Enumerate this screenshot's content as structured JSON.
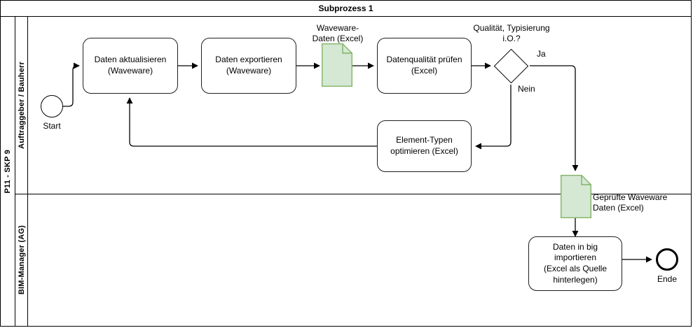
{
  "diagram": {
    "title": "Subprozess 1",
    "pool_label": "P11 - SKP 9",
    "lanes": [
      {
        "label": "Auftraggeber / Bauherr"
      },
      {
        "label": "BIM-Manager (AG)"
      }
    ],
    "colors": {
      "stroke": "#000000",
      "task_stroke": "#1f1f1f",
      "data_object_fill": "#d5e8d4",
      "data_object_stroke": "#82b366",
      "background": "#ffffff"
    },
    "events": [
      {
        "name": "start-event",
        "type": "start",
        "label": "Start"
      },
      {
        "name": "end-event",
        "type": "end",
        "label": "Ende"
      }
    ],
    "tasks": [
      {
        "name": "task-daten-aktualisieren",
        "label": "Daten aktualisieren\n(Waveware)"
      },
      {
        "name": "task-daten-exportieren",
        "label": "Daten exportieren\n(Waveware)"
      },
      {
        "name": "task-datenqualitaet-pruefen",
        "label": "Datenqualität prüfen\n(Excel)"
      },
      {
        "name": "task-element-typen-optimieren",
        "label": "Element-Typen\noptimieren (Excel)"
      },
      {
        "name": "task-daten-importieren",
        "label": "Daten in big importieren\n(Excel als Quelle\nhinterlegen)"
      }
    ],
    "gateways": [
      {
        "name": "gateway-qualitaet",
        "label": "Qualität, Typisierung\ni.O.?"
      }
    ],
    "data_objects": [
      {
        "name": "data-object-waveware-daten",
        "label": "Waveware-\nDaten (Excel)"
      },
      {
        "name": "data-object-gepruefte-waveware-daten",
        "label": "Geprüfte Waveware\nDaten (Excel)"
      }
    ],
    "flow_labels": [
      {
        "name": "flow-label-ja",
        "label": "Ja"
      },
      {
        "name": "flow-label-nein",
        "label": "Nein"
      }
    ]
  }
}
